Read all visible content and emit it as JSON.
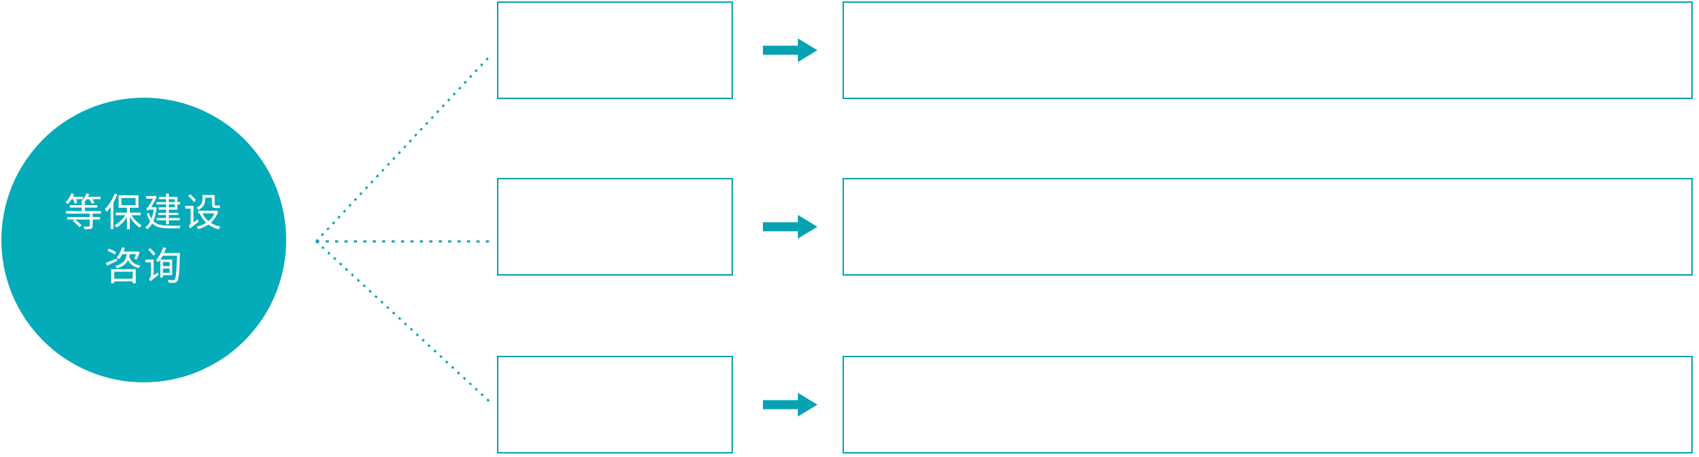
{
  "diagram": {
    "type": "radial-branch-diagram",
    "background_color": "#ffffff",
    "accent_stroke_color": "#05A2B2",
    "hub": {
      "shape": "circle",
      "fill_color": "#04ABB8",
      "text_color": "#ffffff",
      "label_line1": "等保建设",
      "label_line2": "咨询"
    },
    "connectors": {
      "style": "dotted",
      "count": 3
    },
    "rows": [
      {
        "small_box_text": "",
        "arrow_icon": "arrow-right-icon",
        "large_box_text": ""
      },
      {
        "small_box_text": "",
        "arrow_icon": "arrow-right-icon",
        "large_box_text": ""
      },
      {
        "small_box_text": "",
        "arrow_icon": "arrow-right-icon",
        "large_box_text": ""
      }
    ]
  }
}
